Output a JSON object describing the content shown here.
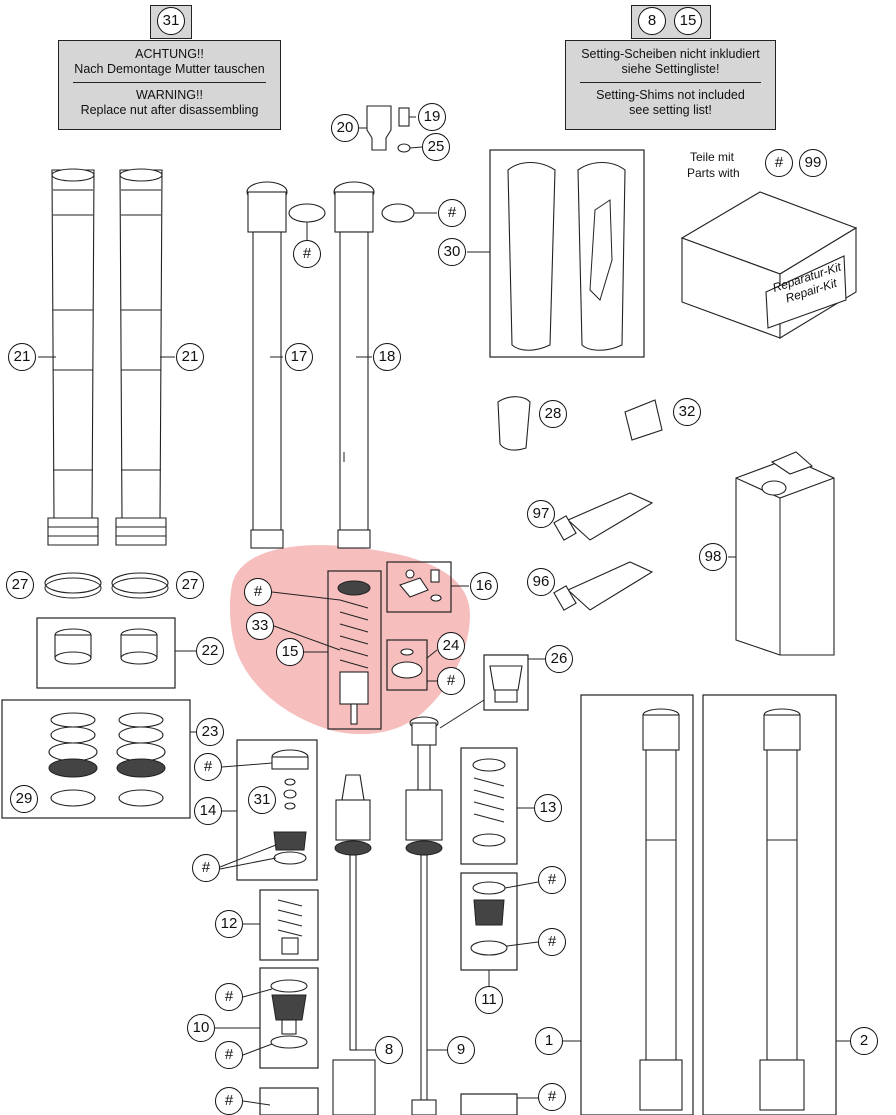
{
  "warning_note": {
    "ref": "31",
    "line1": "ACHTUNG!!",
    "line2": "Nach Demontage Mutter tauschen",
    "line3": "WARNING!!",
    "line4": "Replace nut after disassembling"
  },
  "setting_note": {
    "ref_a": "8",
    "ref_b": "15",
    "line1": "Setting-Scheiben nicht inkludiert",
    "line2": "siehe Settingliste!",
    "line3": "Setting-Shims not included",
    "line4": "see setting list!"
  },
  "kit_note": {
    "line1": "Teile mit",
    "line2": "Parts with",
    "hash": "#",
    "number": "99"
  },
  "repair_kit_label": {
    "line1": "Reparatur-Kit",
    "line2": "Repair-Kit"
  },
  "callouts": {
    "c31b": "31",
    "c20": "20",
    "c19": "19",
    "c25": "25",
    "hA": "#",
    "hB": "#",
    "c30": "30",
    "c21a": "21",
    "c21b": "21",
    "c17": "17",
    "c18": "18",
    "c28": "28",
    "c32": "32",
    "c97": "97",
    "c96": "96",
    "c98": "98",
    "c27a": "27",
    "c27b": "27",
    "c16": "16",
    "hC": "#",
    "c33": "33",
    "c15": "15",
    "c24": "24",
    "hD": "#",
    "c26": "26",
    "c22": "22",
    "c23": "23",
    "c29": "29",
    "hE": "#",
    "c14": "14",
    "c31c": "31",
    "hF": "#",
    "c13": "13",
    "hG": "#",
    "hH": "#",
    "c12": "12",
    "c11": "11",
    "hI": "#",
    "c10": "10",
    "hJ": "#",
    "c1": "1",
    "c2": "2",
    "c8": "8",
    "c9": "9",
    "hK": "#",
    "hL": "#"
  },
  "colors": {
    "note_fill": "#d6d6d6",
    "highlight": "#f4a8a8",
    "line": "#222222"
  }
}
